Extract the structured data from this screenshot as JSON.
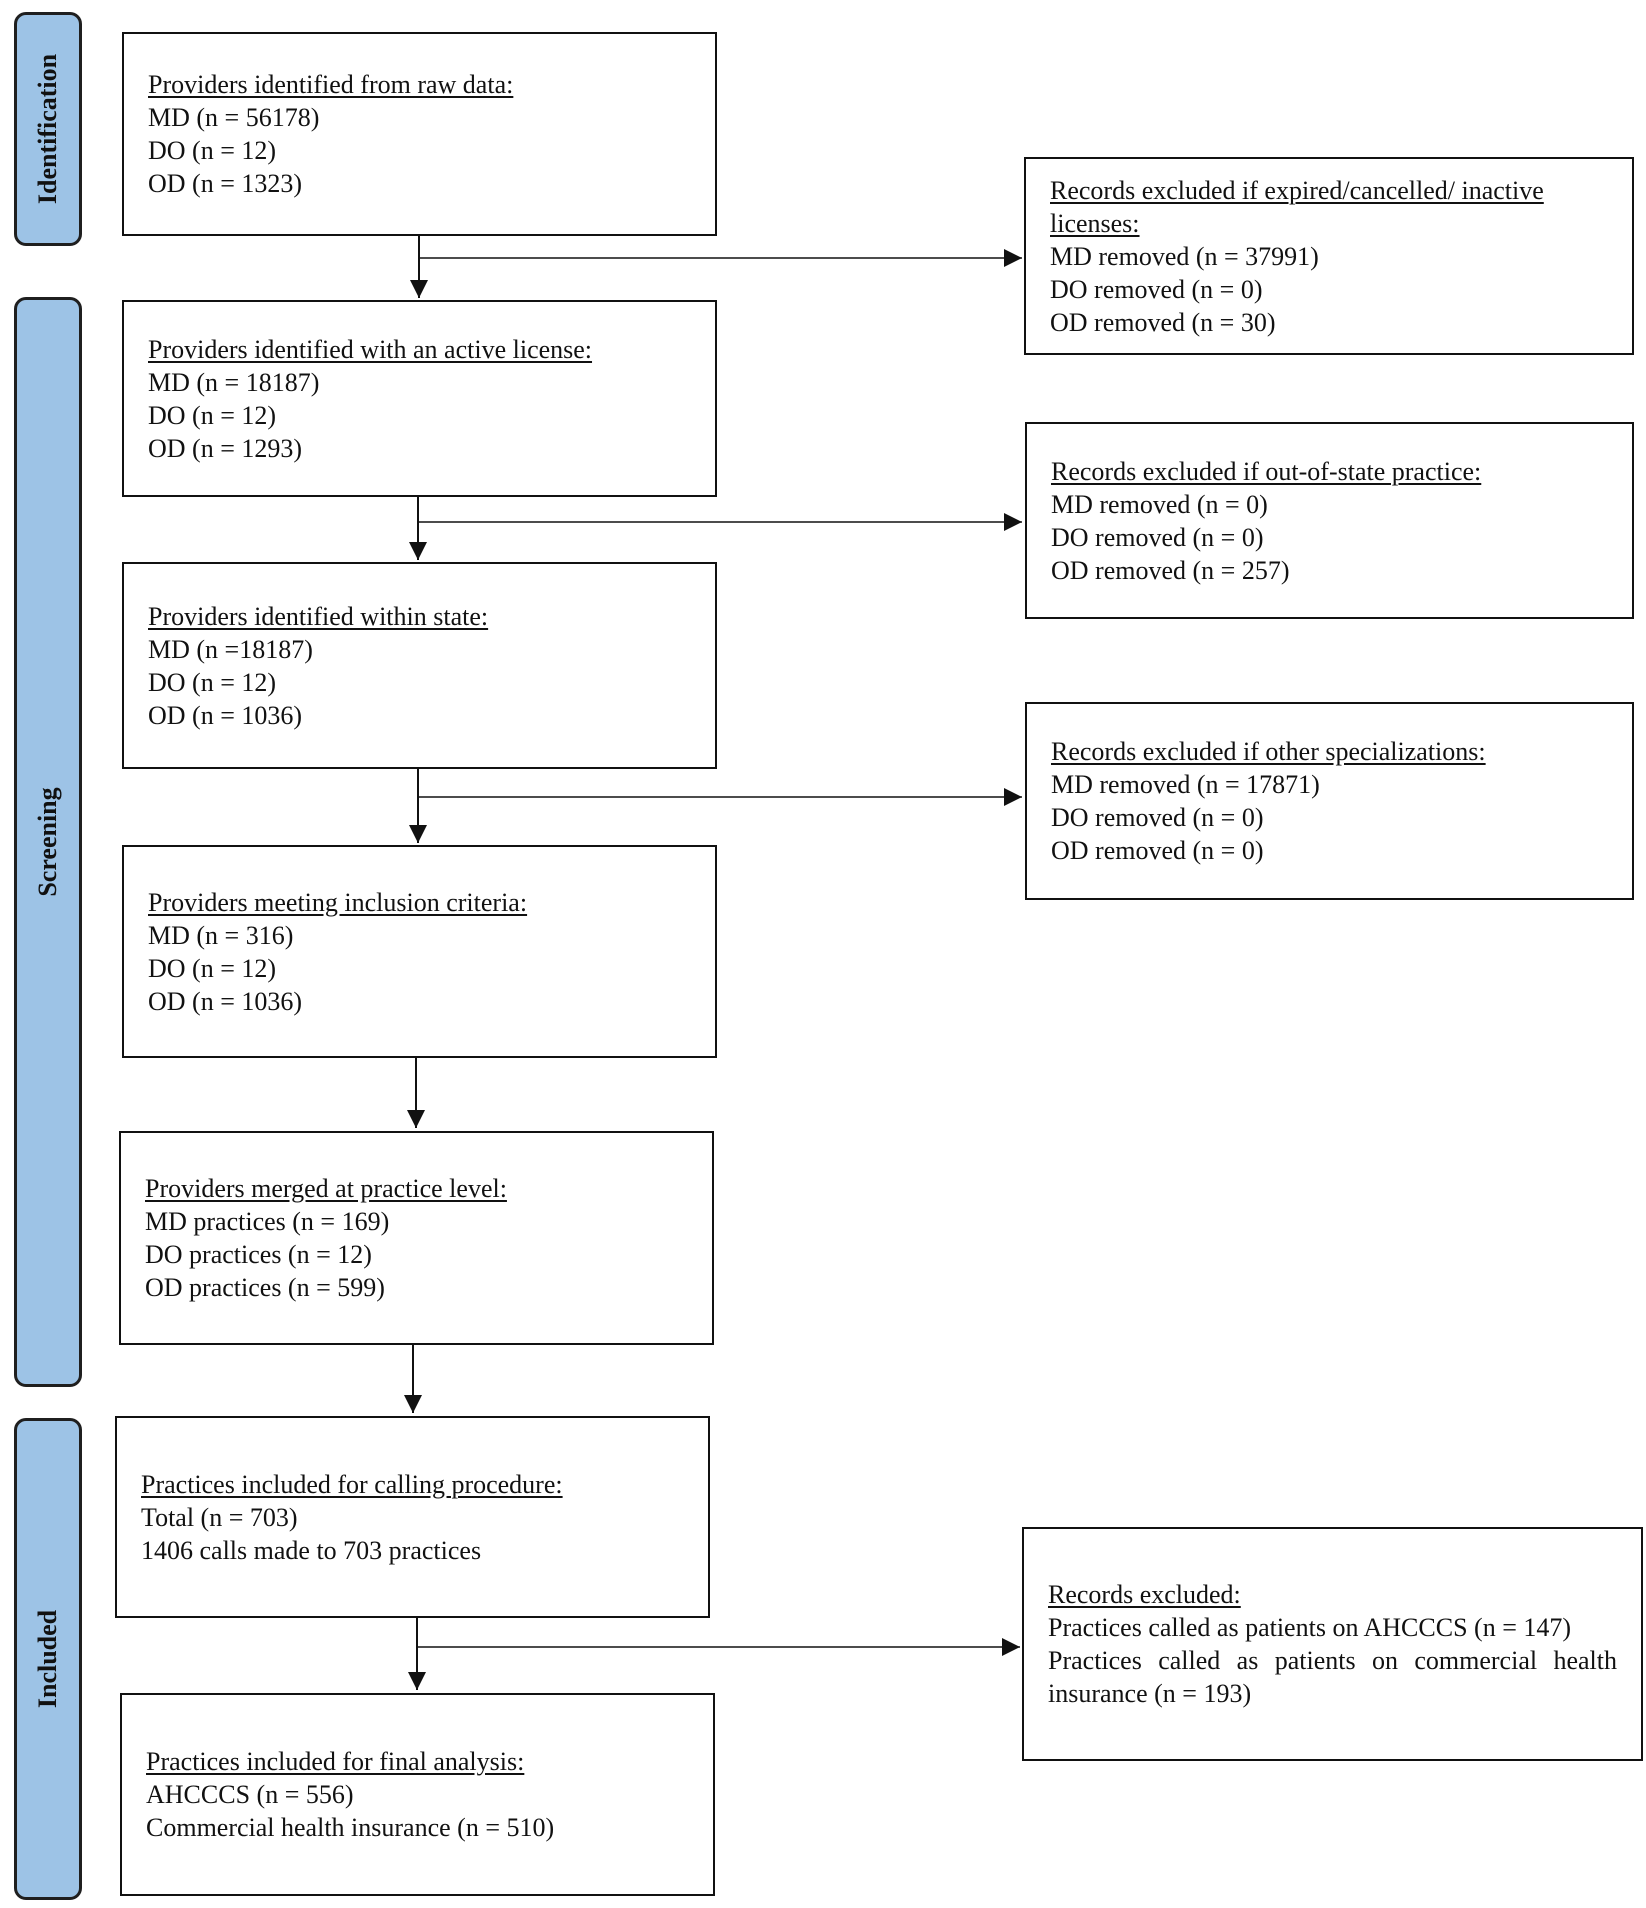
{
  "phases": {
    "identification": "Identification",
    "screening": "Screening",
    "included": "Included"
  },
  "boxes": {
    "raw": {
      "heading": "Providers identified from raw data:",
      "lines": [
        "MD (n = 56178)",
        "DO (n = 12)",
        "OD (n = 1323)"
      ]
    },
    "active": {
      "heading": "Providers identified with an active license:",
      "lines": [
        "MD (n = 18187)",
        "DO (n = 12)",
        "OD (n = 1293)"
      ]
    },
    "state": {
      "heading": "Providers identified within state:",
      "lines": [
        "MD (n =18187)",
        "DO (n = 12)",
        "OD (n = 1036)"
      ]
    },
    "inclusion": {
      "heading": "Providers meeting inclusion criteria:",
      "lines": [
        "MD (n = 316)",
        "DO (n = 12)",
        "OD (n = 1036)"
      ]
    },
    "merged": {
      "heading": "Providers merged at practice level:",
      "lines": [
        "MD practices (n = 169)",
        "DO practices (n = 12)",
        "OD practices (n = 599)"
      ]
    },
    "calling": {
      "heading": "Practices included for calling procedure:",
      "lines": [
        "Total (n = 703)",
        "1406 calls made to 703 practices"
      ]
    },
    "final": {
      "heading": "Practices included for final analysis:",
      "lines": [
        "AHCCCS (n = 556)",
        "Commercial health insurance (n = 510)"
      ]
    },
    "excl_license": {
      "heading": "Records excluded if expired/cancelled/ inactive licenses:",
      "lines": [
        "MD removed (n = 37991)",
        "DO removed (n = 0)",
        "OD removed (n = 30)"
      ]
    },
    "excl_state": {
      "heading": "Records excluded if out-of-state practice:",
      "lines": [
        "MD removed (n = 0)",
        "DO removed (n = 0)",
        "OD removed (n = 257)"
      ]
    },
    "excl_spec": {
      "heading": "Records excluded if other specializations:",
      "lines": [
        "MD removed (n = 17871)",
        "DO removed (n = 0)",
        "OD removed (n = 0)"
      ]
    },
    "excl_calls": {
      "heading": "Records excluded:",
      "lines": [
        "Practices called as patients on AHCCCS (n = 147)",
        "Practices called as patients on commercial health insurance (n = 193)"
      ]
    }
  }
}
